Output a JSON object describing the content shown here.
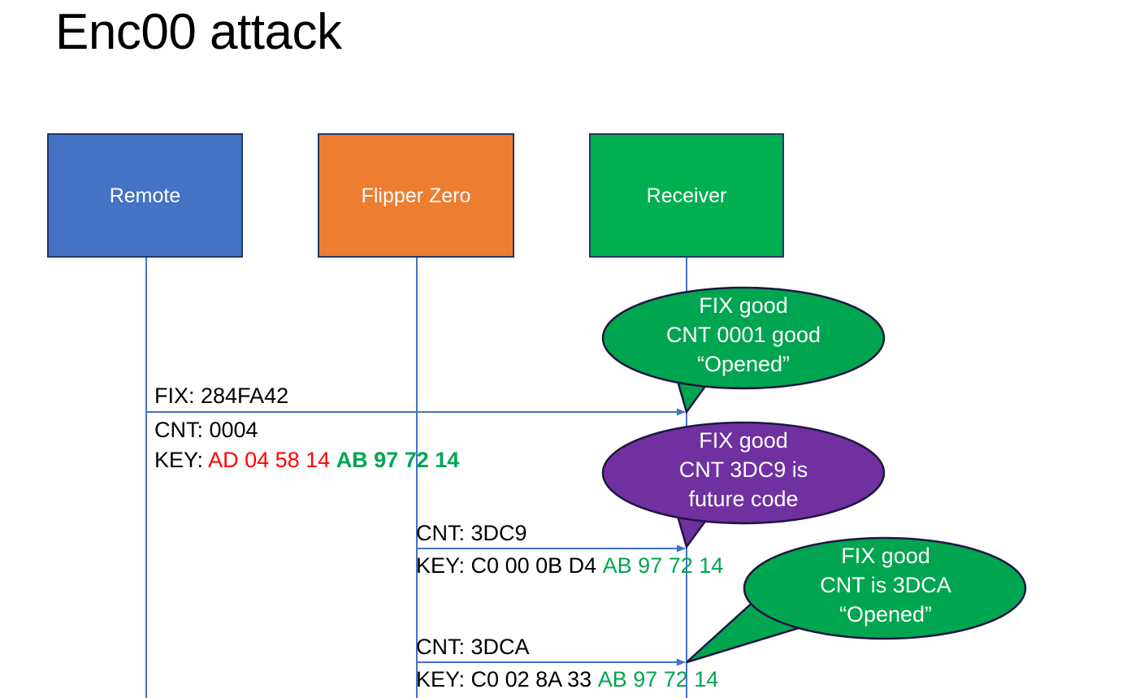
{
  "slide": {
    "title": "Enc00 attack",
    "background": "#FFFFFF"
  },
  "colors": {
    "remote_box": "#4472C4",
    "flipper_box": "#ED7D31",
    "receiver_box": "#00B050",
    "bubble_green": "#00A550",
    "bubble_purple": "#7030A0",
    "box_outline": "#1F3864",
    "lifeline": "#4472C4",
    "arrow": "#4472C4",
    "hex_red": "#FF0000",
    "hex_green": "#00A550",
    "text": "#000000"
  },
  "actors": [
    {
      "id": "remote",
      "label": "Remote"
    },
    {
      "id": "flipper",
      "label": "Flipper Zero"
    },
    {
      "id": "receiver",
      "label": "Receiver"
    }
  ],
  "messages": {
    "fix": "FIX: 284FA42",
    "cnt_0004": "CNT: 0004",
    "key1": {
      "prefix": "KEY: ",
      "red": "AD 04 58 14",
      "green": "AB 97 72 14"
    },
    "cnt_3dc9": "CNT: 3DC9",
    "key2": {
      "prefix": "KEY: ",
      "black": "C0 00 0B D4",
      "green": "AB 97 72 14"
    },
    "cnt_3dca": "CNT: 3DCA",
    "key3": {
      "prefix": "KEY: ",
      "black": "C0 02 8A 33",
      "green": "AB 97 72 14"
    }
  },
  "bubbles": [
    {
      "id": "bubble-1",
      "color": "#00A550",
      "line1": "FIX good",
      "line2": "CNT 0001 good",
      "line3": "“Opened”"
    },
    {
      "id": "bubble-2",
      "color": "#7030A0",
      "line1": "FIX good",
      "line2": "CNT 3DC9 is",
      "line3": "future code"
    },
    {
      "id": "bubble-3",
      "color": "#00A550",
      "line1": "FIX good",
      "line2": "CNT is 3DCA",
      "line3": "“Opened”"
    }
  ]
}
